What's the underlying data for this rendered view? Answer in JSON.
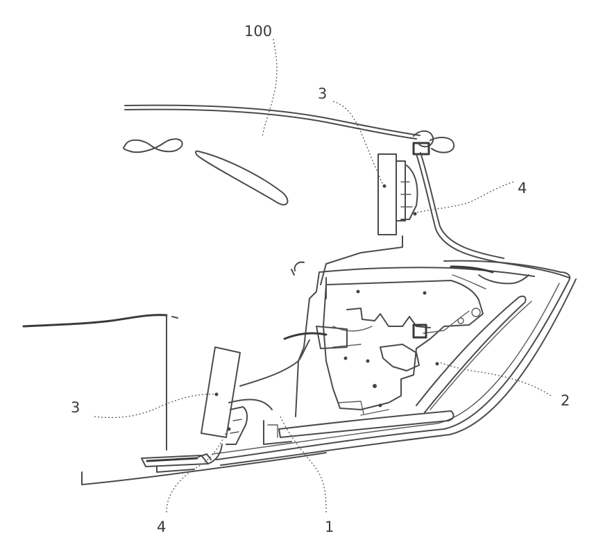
{
  "labels": {
    "ref_100": "100",
    "ref_3_top": "3",
    "ref_4_top": "4",
    "ref_3_left": "3",
    "ref_2": "2",
    "ref_4_bottom": "4",
    "ref_1": "1"
  },
  "colors": {
    "line": "#4a4a4a",
    "background": "#ffffff"
  }
}
